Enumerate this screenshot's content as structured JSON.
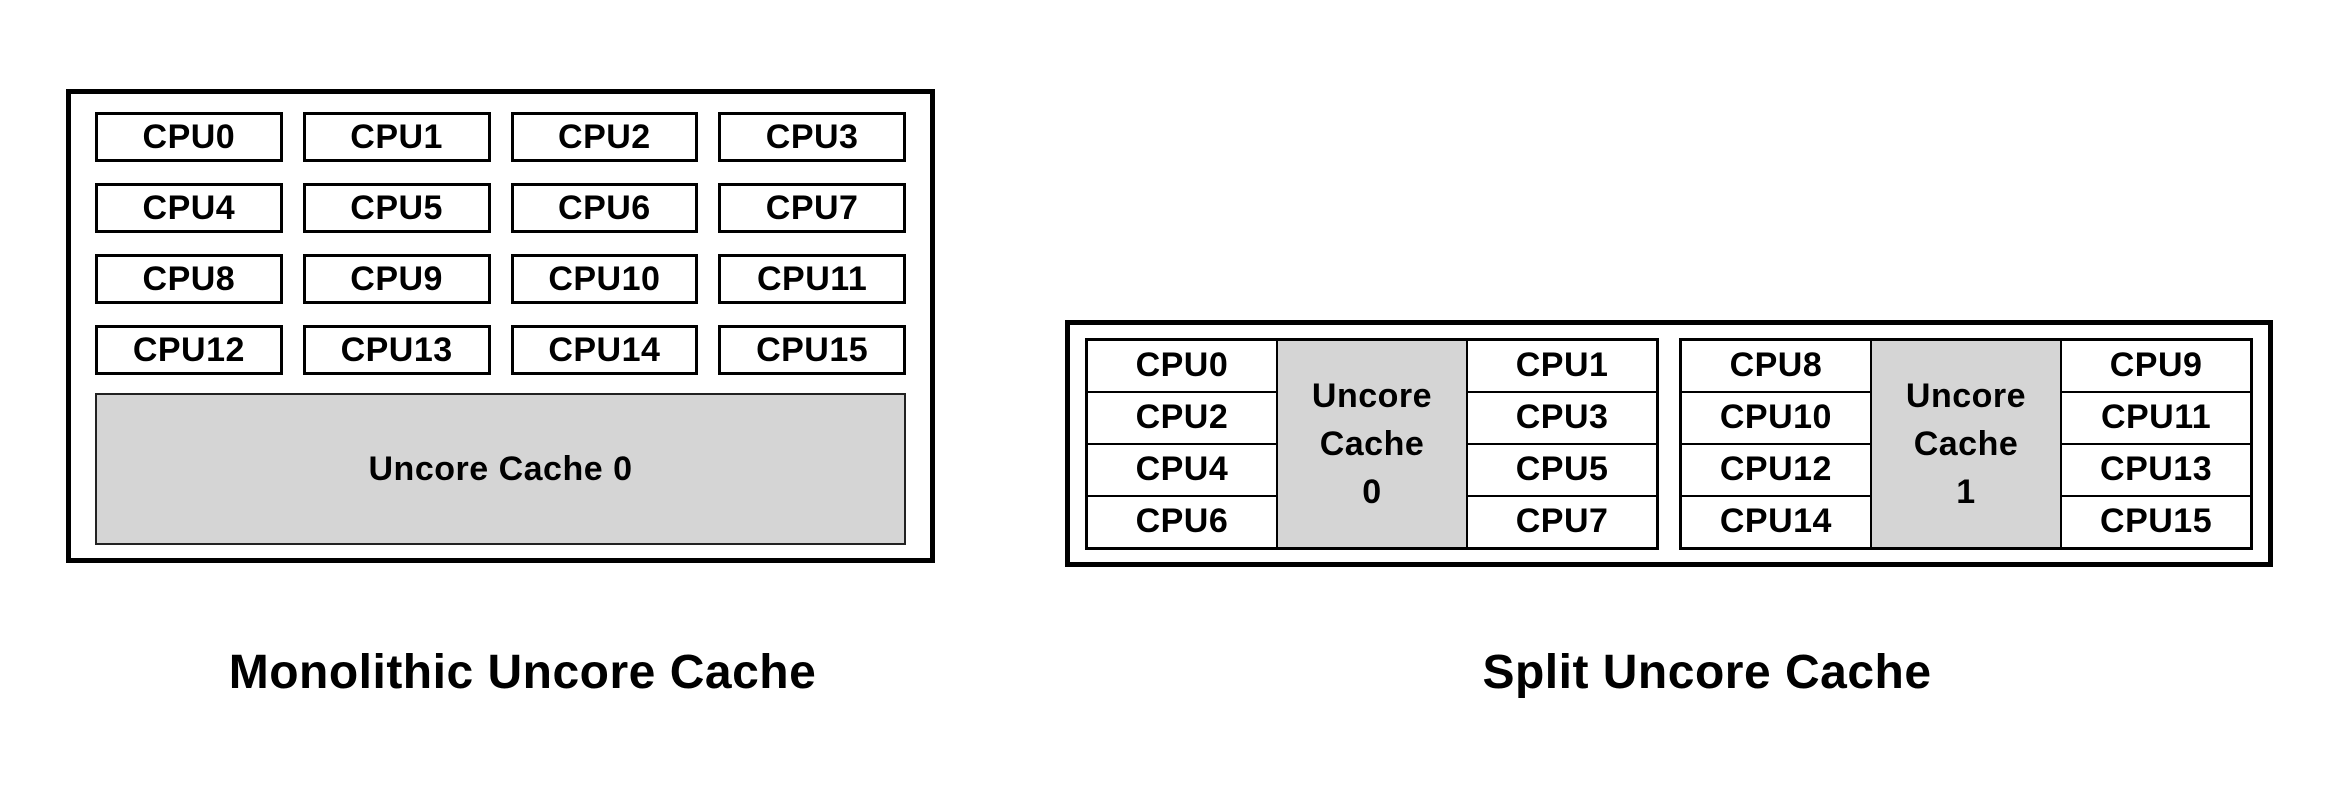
{
  "monolithic": {
    "caption": "Monolithic Uncore Cache",
    "cpus": [
      "CPU0",
      "CPU1",
      "CPU2",
      "CPU3",
      "CPU4",
      "CPU5",
      "CPU6",
      "CPU7",
      "CPU8",
      "CPU9",
      "CPU10",
      "CPU11",
      "CPU12",
      "CPU13",
      "CPU14",
      "CPU15"
    ],
    "uncore_label": "Uncore Cache 0"
  },
  "split": {
    "caption": "Split Uncore Cache",
    "clusters": [
      {
        "uncore_label": "Uncore Cache 0",
        "uncore_lines": [
          "Uncore",
          "Cache",
          "0"
        ],
        "left_cpus": [
          "CPU0",
          "CPU2",
          "CPU4",
          "CPU6"
        ],
        "right_cpus": [
          "CPU1",
          "CPU3",
          "CPU5",
          "CPU7"
        ]
      },
      {
        "uncore_label": "Uncore Cache 1",
        "uncore_lines": [
          "Uncore",
          "Cache",
          "1"
        ],
        "left_cpus": [
          "CPU8",
          "CPU10",
          "CPU12",
          "CPU14"
        ],
        "right_cpus": [
          "CPU9",
          "CPU11",
          "CPU13",
          "CPU15"
        ]
      }
    ]
  },
  "colors": {
    "background": "#ffffff",
    "border": "#000000",
    "cache_fill": "#d5d5d5",
    "text": "#000000"
  }
}
